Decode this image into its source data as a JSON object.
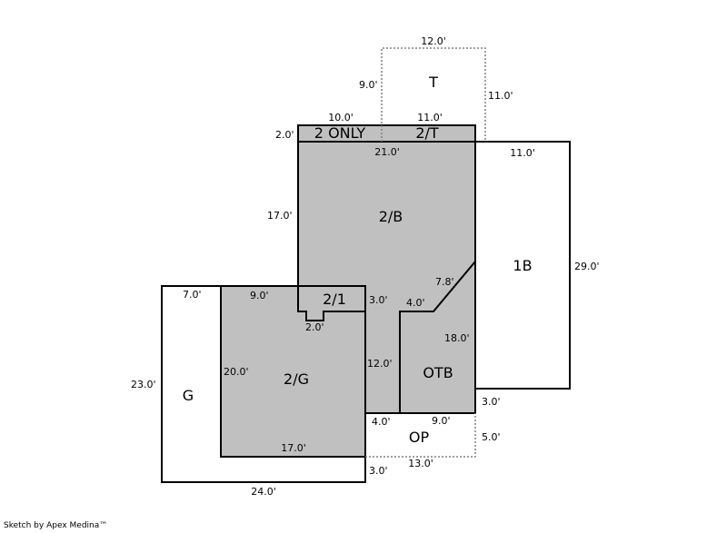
{
  "colors": {
    "fill": "#c0c0c0",
    "line": "#000000",
    "dashed": "#808080"
  },
  "areas": {
    "t": "T",
    "two_only": "2 ONLY",
    "two_t": "2/T",
    "two_b": "2/B",
    "one_b": "1B",
    "two_one": "2/1",
    "otb": "OTB",
    "g": "G",
    "two_g": "2/G",
    "op": "OP"
  },
  "dimensions": {
    "t_top": "12.0'",
    "t_left": "9.0'",
    "t_right": "11.0'",
    "two_only_top": "10.0'",
    "two_t_top": "11.0'",
    "strip_left": "2.0'",
    "b_top": "21.0'",
    "b_left": "17.0'",
    "one_b_top": "11.0'",
    "one_b_right": "29.0'",
    "one_b_bottom": "3.0'",
    "diag": "7.8'",
    "otb_top": "4.0'",
    "otb_right": "18.0'",
    "two_one_top": "9.0'",
    "two_one_right": "3.0'",
    "notch": "2.0'",
    "hall": "12.0'",
    "g_top": "7.0'",
    "g_left": "23.0'",
    "g_bottom": "24.0'",
    "two_g_left": "20.0'",
    "two_g_bottom": "17.0'",
    "op_left_top": "4.0'",
    "op_top": "9.0'",
    "op_right": "5.0'",
    "op_bottom": "13.0'",
    "g_step": "3.0'"
  },
  "footer": "Sketch by Apex Medina™"
}
